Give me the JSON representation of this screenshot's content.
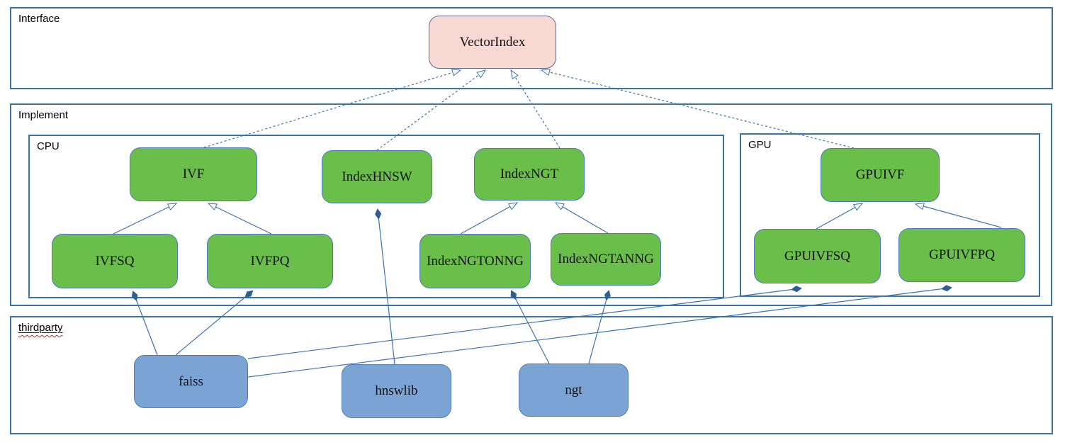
{
  "diagram": {
    "containers": {
      "interface": {
        "label": "Interface"
      },
      "implement": {
        "label": "Implement"
      },
      "cpu": {
        "label": "CPU"
      },
      "gpu": {
        "label": "GPU"
      },
      "thirdparty": {
        "label": "thirdparty"
      }
    },
    "nodes": {
      "vector_index": {
        "label": "VectorIndex",
        "fill": "#f7d8d3"
      },
      "ivf": {
        "label": "IVF",
        "fill": "#6abf4a"
      },
      "index_hnsw": {
        "label": "IndexHNSW",
        "fill": "#6abf4a"
      },
      "index_ngt": {
        "label": "IndexNGT",
        "fill": "#6abf4a"
      },
      "ivfsq": {
        "label": "IVFSQ",
        "fill": "#6abf4a"
      },
      "ivfpq": {
        "label": "IVFPQ",
        "fill": "#6abf4a"
      },
      "index_ngtonng": {
        "label": "IndexNGTONNG",
        "fill": "#6abf4a"
      },
      "index_ngtanng": {
        "label": "IndexNGTANNG",
        "fill": "#6abf4a"
      },
      "gpuivf": {
        "label": "GPUIVF",
        "fill": "#6abf4a"
      },
      "gpuivfsq": {
        "label": "GPUIVFSQ",
        "fill": "#6abf4a"
      },
      "gpuivfpq": {
        "label": "GPUIVFPQ",
        "fill": "#6abf4a"
      },
      "faiss": {
        "label": "faiss",
        "fill": "#7ba4d4"
      },
      "hnswlib": {
        "label": "hnswlib",
        "fill": "#7ba4d4"
      },
      "ngt": {
        "label": "ngt",
        "fill": "#7ba4d4"
      }
    },
    "edges": [
      {
        "from": "IVF",
        "to": "VectorIndex",
        "type": "realization",
        "line": "dashed",
        "head": "hollow-triangle"
      },
      {
        "from": "IndexHNSW",
        "to": "VectorIndex",
        "type": "realization",
        "line": "dashed",
        "head": "hollow-triangle"
      },
      {
        "from": "IndexNGT",
        "to": "VectorIndex",
        "type": "realization",
        "line": "dashed",
        "head": "hollow-triangle"
      },
      {
        "from": "GPUIVF",
        "to": "VectorIndex",
        "type": "realization",
        "line": "dashed",
        "head": "hollow-triangle"
      },
      {
        "from": "IVFSQ",
        "to": "IVF",
        "type": "generalization",
        "line": "solid",
        "head": "hollow-triangle"
      },
      {
        "from": "IVFPQ",
        "to": "IVF",
        "type": "generalization",
        "line": "solid",
        "head": "hollow-triangle"
      },
      {
        "from": "IndexNGTONNG",
        "to": "IndexNGT",
        "type": "generalization",
        "line": "solid",
        "head": "hollow-triangle"
      },
      {
        "from": "IndexNGTANNG",
        "to": "IndexNGT",
        "type": "generalization",
        "line": "solid",
        "head": "hollow-triangle"
      },
      {
        "from": "GPUIVFSQ",
        "to": "GPUIVF",
        "type": "generalization",
        "line": "solid",
        "head": "hollow-triangle"
      },
      {
        "from": "GPUIVFPQ",
        "to": "GPUIVF",
        "type": "generalization",
        "line": "solid",
        "head": "hollow-triangle"
      },
      {
        "from": "faiss",
        "to": "IVFSQ",
        "type": "composition",
        "line": "solid",
        "head": "filled-diamond"
      },
      {
        "from": "faiss",
        "to": "IVFPQ",
        "type": "composition",
        "line": "solid",
        "head": "filled-diamond"
      },
      {
        "from": "faiss",
        "to": "GPUIVFSQ",
        "type": "composition",
        "line": "solid",
        "head": "filled-diamond"
      },
      {
        "from": "faiss",
        "to": "GPUIVFPQ",
        "type": "composition",
        "line": "solid",
        "head": "filled-diamond"
      },
      {
        "from": "hnswlib",
        "to": "IndexHNSW",
        "type": "composition",
        "line": "solid",
        "head": "filled-diamond"
      },
      {
        "from": "ngt",
        "to": "IndexNGTONNG",
        "type": "composition",
        "line": "solid",
        "head": "filled-diamond"
      },
      {
        "from": "ngt",
        "to": "IndexNGTANNG",
        "type": "composition",
        "line": "solid",
        "head": "filled-diamond"
      }
    ],
    "colors": {
      "node_green": "#6abf4a",
      "node_blue": "#7ba4d4",
      "node_pink": "#f7d8d3",
      "line_blue": "#3a72ad",
      "spellcheck_red": "#cc2222",
      "text": "#111111"
    }
  }
}
